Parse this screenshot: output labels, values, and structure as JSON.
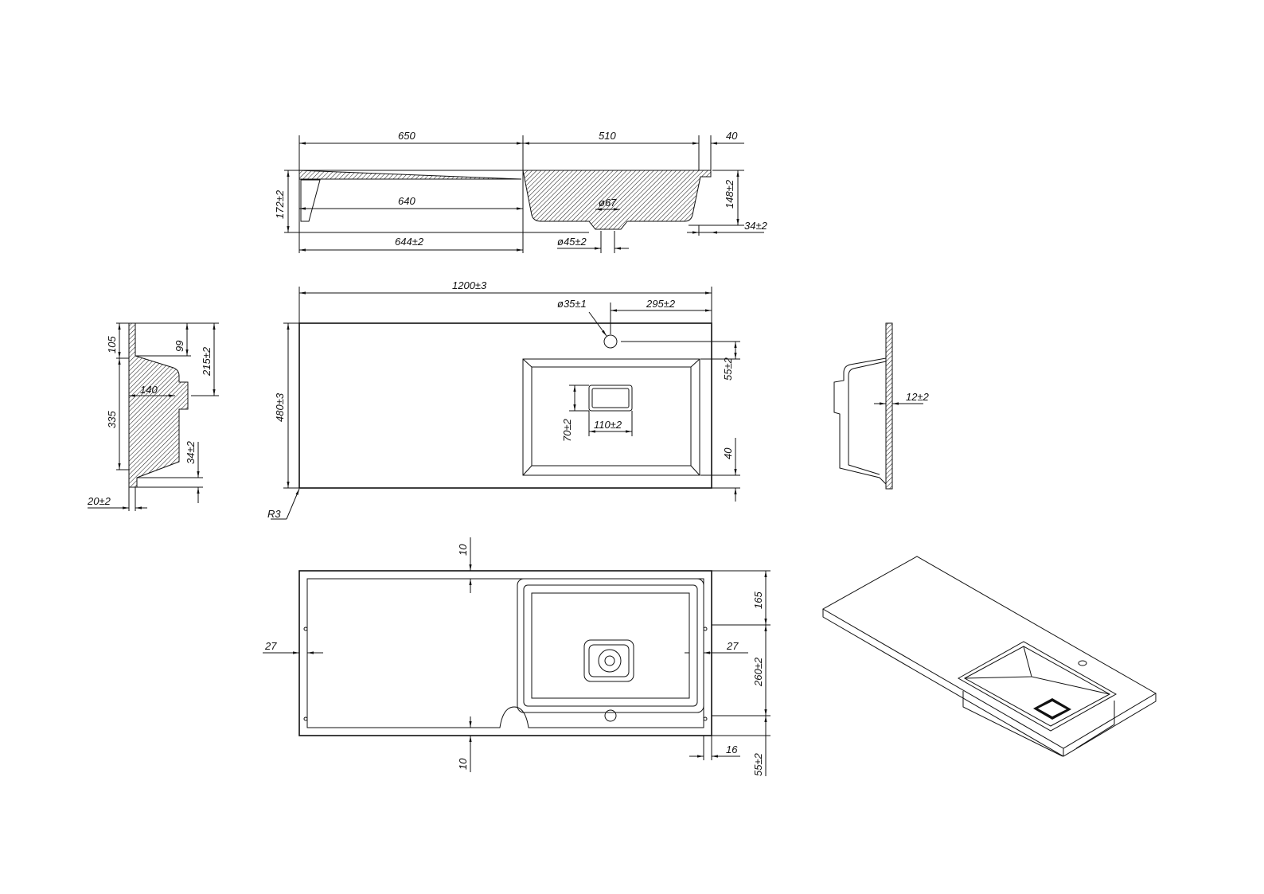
{
  "front_section": {
    "d650": "650",
    "d510": "510",
    "d40": "40",
    "d172": "172±2",
    "d640": "640",
    "d67": "ø67",
    "d148": "148±2",
    "d34": "34±2",
    "d644": "644±2",
    "d45": "ø45±2"
  },
  "plan_view": {
    "d1200": "1200±3",
    "d35": "ø35±1",
    "d295": "295±2",
    "d480": "480±3",
    "d55": "55±2",
    "d70": "70±2",
    "d110": "110±2",
    "d40": "40",
    "r3": "R3"
  },
  "left_section": {
    "d105": "105",
    "d99": "99",
    "d215": "215±2",
    "d140": "140",
    "d335": "335",
    "d34": "34±2",
    "d20": "20±2"
  },
  "right_view": {
    "d12": "12±2"
  },
  "bottom_view": {
    "d10a": "10",
    "d27a": "27",
    "d165": "165",
    "d27b": "27",
    "d260": "260±2",
    "d16": "16",
    "d55": "55±2",
    "d10b": "10"
  }
}
